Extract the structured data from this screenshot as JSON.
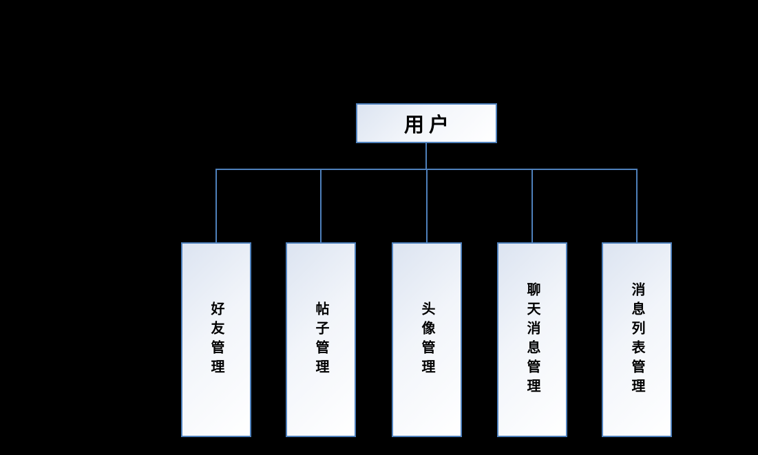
{
  "diagram": {
    "type": "hierarchy",
    "background_color": "#000000",
    "box_border_color": "#4f81bd",
    "connector_color": "#4f81bd",
    "box_fill_gradient": [
      "#dce4f1",
      "#ffffff"
    ],
    "text_color": "#000000",
    "root": {
      "label": "用户"
    },
    "children": [
      {
        "label": "好友管理"
      },
      {
        "label": "帖子管理"
      },
      {
        "label": "头像管理"
      },
      {
        "label": "聊天消息管理"
      },
      {
        "label": "消息列表管理"
      }
    ]
  }
}
